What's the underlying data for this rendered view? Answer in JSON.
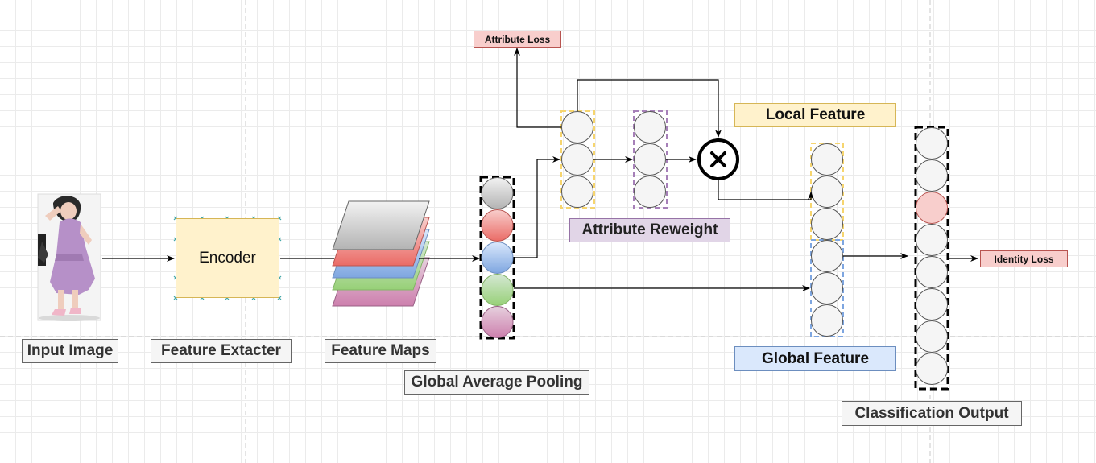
{
  "labels": {
    "input_image": "Input Image",
    "feature_extractor": "Feature Extacter",
    "feature_maps": "Feature Maps",
    "global_average_pooling": "Global Average Pooling",
    "attribute_reweight": "Attribute Reweight",
    "local_feature": "Local Feature",
    "global_feature": "Global Feature",
    "classification_output": "Classification Output",
    "attribute_loss": "Attribute Loss",
    "identity_loss": "Identity Loss",
    "encoder": "Encoder"
  },
  "colors": {
    "gray_fill": "#f5f5f5",
    "purple_fill": "#e1d5e7",
    "purple_stroke": "#9673a6",
    "yellow_fill": "#fff2cc",
    "yellow_stroke": "#d6b656",
    "blue_fill": "#dae8fc",
    "blue_stroke": "#6c8ebf",
    "red_fill": "#f8cecc",
    "red_stroke": "#b85450",
    "green_fill": "#d5e8d4",
    "pink_fill": "#e6d0de"
  },
  "icons": {
    "multiply": "circle-times-icon",
    "person": "person-photo"
  }
}
